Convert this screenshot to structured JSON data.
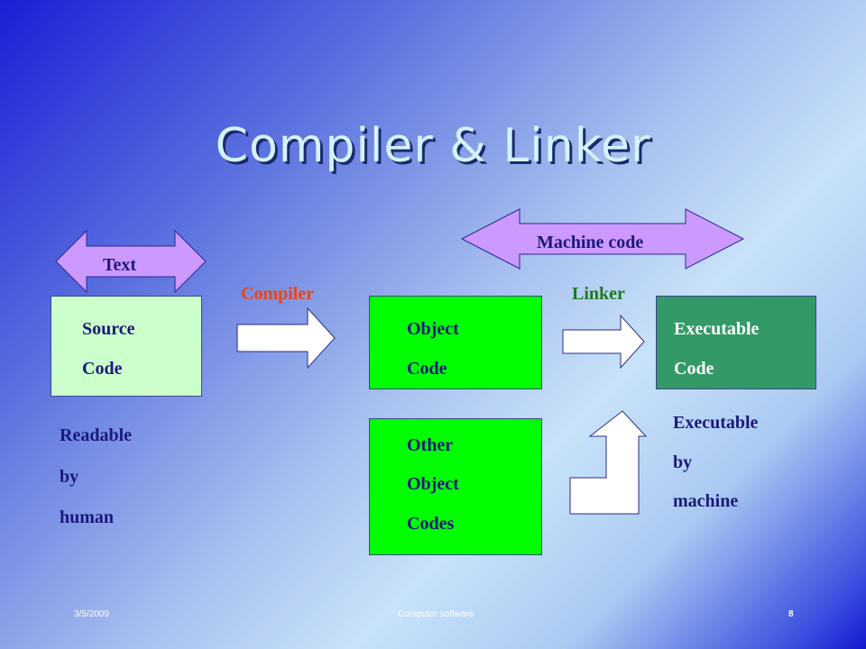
{
  "title": "Compiler & Linker",
  "colors": {
    "source_box": "#ccffcc",
    "object_box": "#00ff00",
    "executable_box": "#339966",
    "bubble_fill": "#cc99ff",
    "box_text": "#1a1a7a",
    "compiler_label": "#e8461a",
    "linker_label": "#1e7a1e"
  },
  "bubbles": {
    "text": "Text",
    "machine_code": "Machine code"
  },
  "steps": {
    "compiler": "Compiler",
    "linker": "Linker"
  },
  "boxes": {
    "source": [
      "Source",
      "Code"
    ],
    "object": [
      "Object",
      "Code"
    ],
    "other_object": [
      "Other",
      "Object",
      "Codes"
    ],
    "executable": [
      "Executable",
      "Code"
    ]
  },
  "notes": {
    "readable": [
      "Readable",
      "by",
      "human"
    ],
    "executable": [
      "Executable",
      "by",
      "machine"
    ]
  },
  "footer": {
    "date": "3/5/2009",
    "center": "Computer software",
    "page": "8"
  }
}
